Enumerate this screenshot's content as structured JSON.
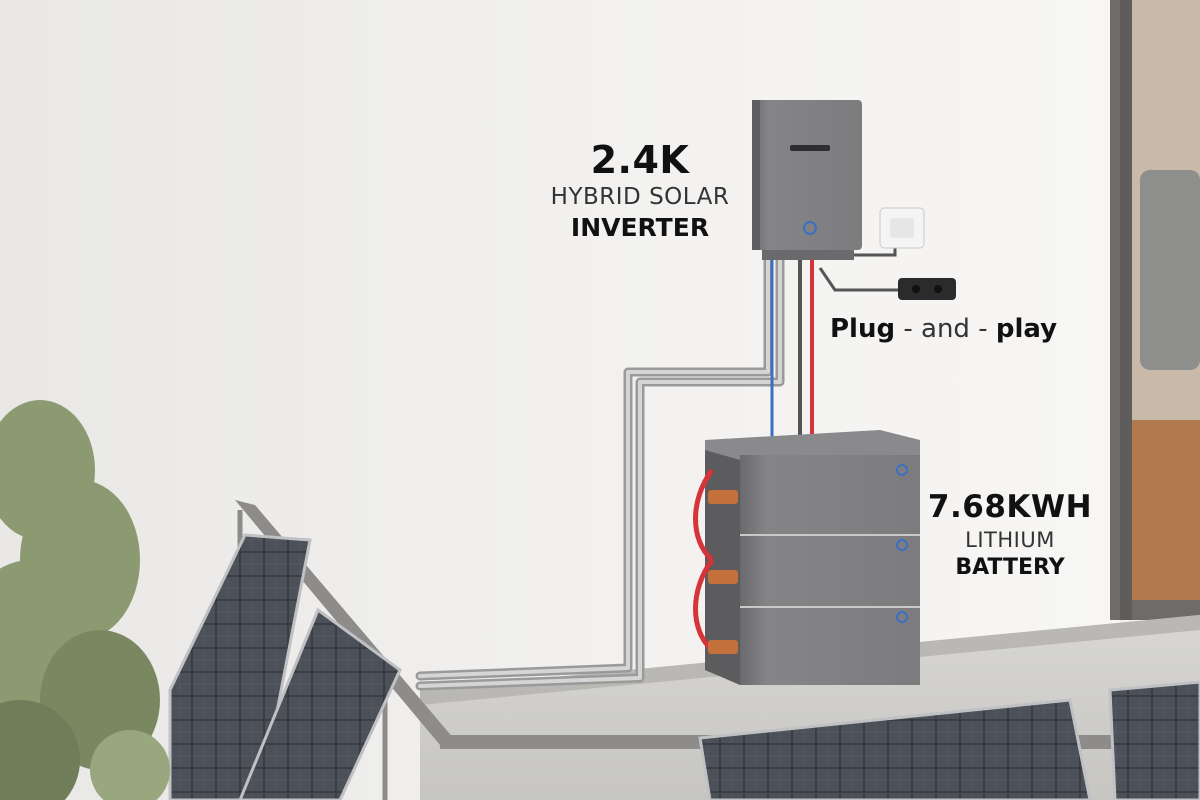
{
  "inverter_label": {
    "power": "2.4K",
    "line1": "HYBRID SOLAR",
    "line2": "INVERTER"
  },
  "battery_label": {
    "capacity": "7.68KWH",
    "line1": "LITHIUM",
    "line2": "BATTERY"
  },
  "plug_label": {
    "word1": "Plug",
    "sep1": " - ",
    "word2": "and",
    "sep2": " - ",
    "word3": "play"
  },
  "colors": {
    "wall": "#f1f0ee",
    "device_gray": "#7a7a7c",
    "red_cable": "#d6333a",
    "blue_cable": "#3b6fc4"
  }
}
